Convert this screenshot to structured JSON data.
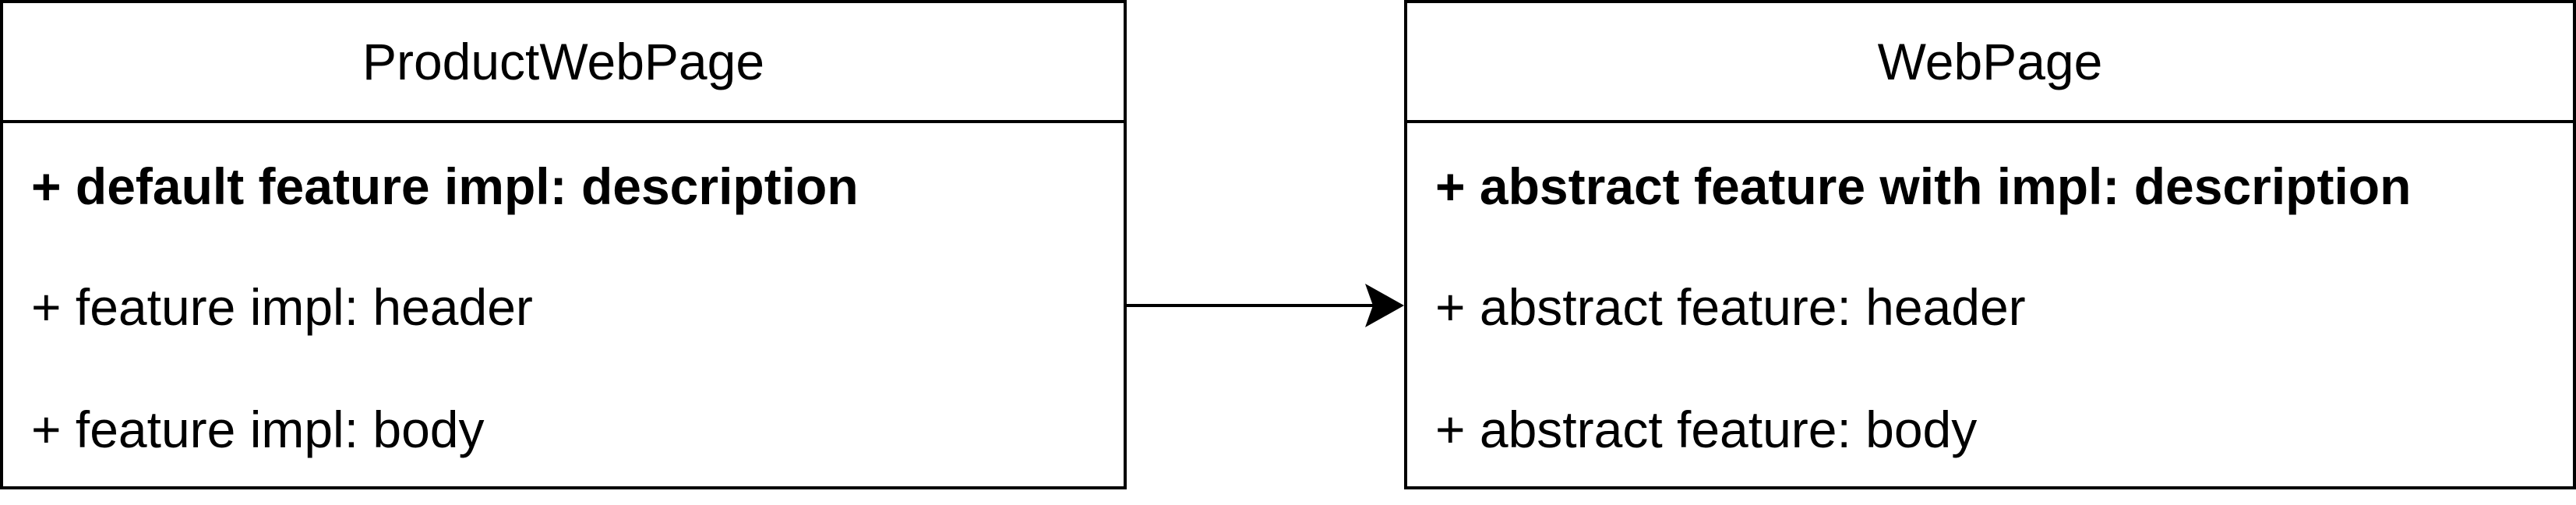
{
  "diagram": {
    "classes": [
      {
        "name": "ProductWebPage",
        "attributes": [
          {
            "text": "+ default feature impl: description",
            "bold": true
          },
          {
            "text": "+ feature impl: header",
            "bold": false
          },
          {
            "text": "+ feature impl: body",
            "bold": false
          }
        ]
      },
      {
        "name": "WebPage",
        "attributes": [
          {
            "text": "+ abstract feature with impl: description",
            "bold": true
          },
          {
            "text": "+ abstract feature: header",
            "bold": false
          },
          {
            "text": "+ abstract feature: body",
            "bold": false
          }
        ]
      }
    ],
    "relation": {
      "from": "ProductWebPage",
      "to": "WebPage",
      "arrowhead": "open-filled"
    }
  }
}
